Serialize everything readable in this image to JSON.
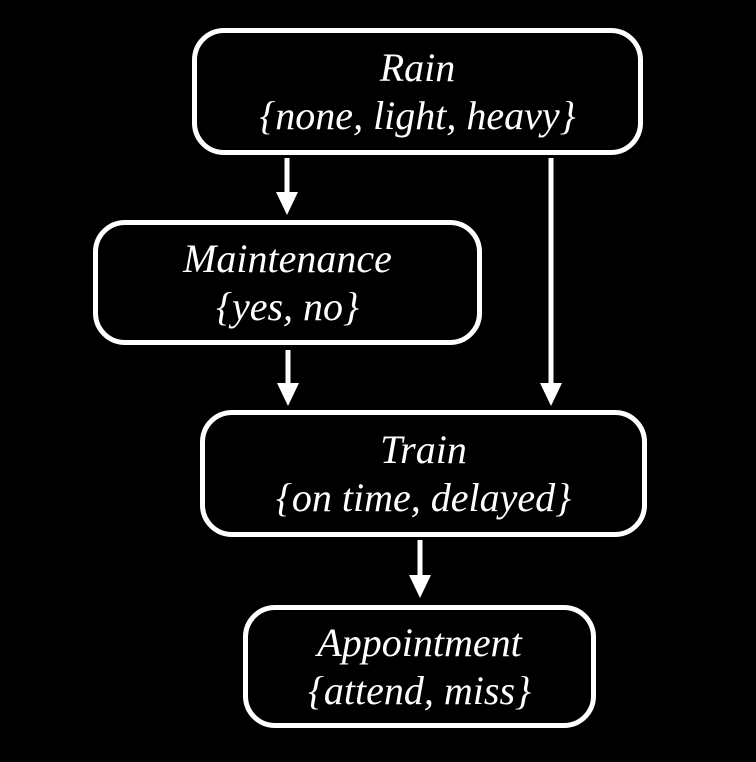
{
  "diagram": {
    "type": "bayesian-network",
    "background_color": "#000000",
    "node_border_color": "#ffffff",
    "text_color": "#ffffff",
    "nodes": {
      "rain": {
        "title": "Rain",
        "domain": "{none, light, heavy}"
      },
      "maintenance": {
        "title": "Maintenance",
        "domain": "{yes, no}"
      },
      "train": {
        "title": "Train",
        "domain": "{on time, delayed}"
      },
      "appointment": {
        "title": "Appointment",
        "domain": "{attend, miss}"
      }
    },
    "edges": [
      {
        "from": "Rain",
        "to": "Maintenance"
      },
      {
        "from": "Rain",
        "to": "Train"
      },
      {
        "from": "Maintenance",
        "to": "Train"
      },
      {
        "from": "Train",
        "to": "Appointment"
      }
    ]
  }
}
